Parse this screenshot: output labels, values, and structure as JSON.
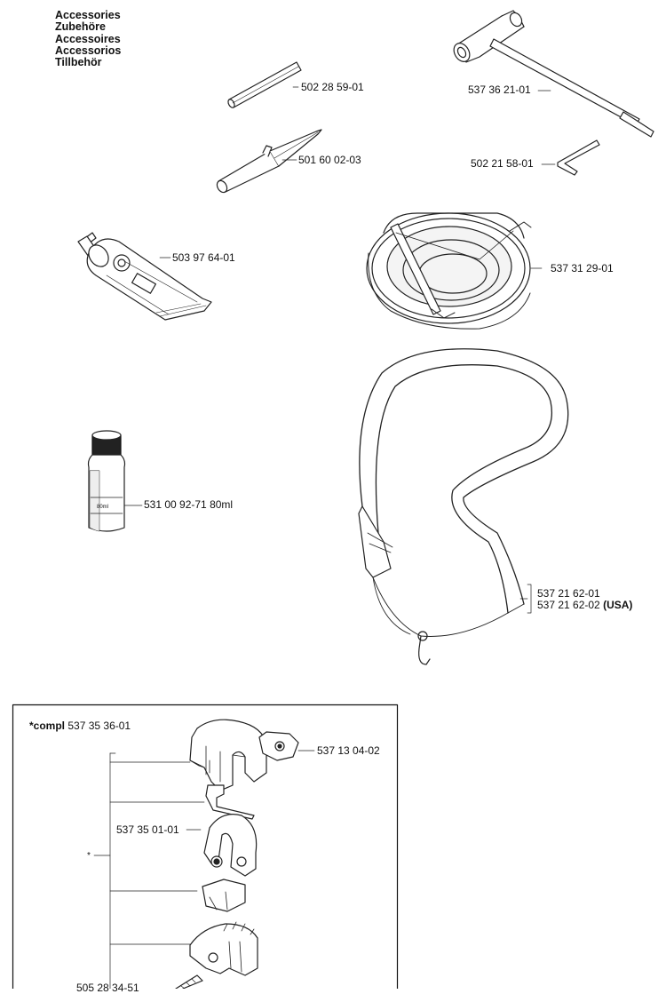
{
  "titles": [
    "Accessories",
    "Zubehöre",
    "Accessoires",
    "Accessorios",
    "Tillbehör"
  ],
  "parts": {
    "rod": "502 28 59-01",
    "tool": "537 36 21-01",
    "file": "501 60 02-03",
    "hex_key": "502 21 58-01",
    "grease": "503 97 64-01",
    "guard": "537 31 29-01",
    "oil": "531 00 92-71 80ml",
    "oil_bottle_mark": "80ml",
    "harness_1": "537 21 62-01",
    "harness_2": "537 21 62-02",
    "harness_2_suffix": "(USA)"
  },
  "inset": {
    "compl_star": "*",
    "compl_word": "compl",
    "compl_number": "537 35 36-01",
    "nut": "537 13 04-02",
    "handle": "537 35 01-01",
    "bracket_star": "*",
    "screw": "505 28 34-51"
  }
}
